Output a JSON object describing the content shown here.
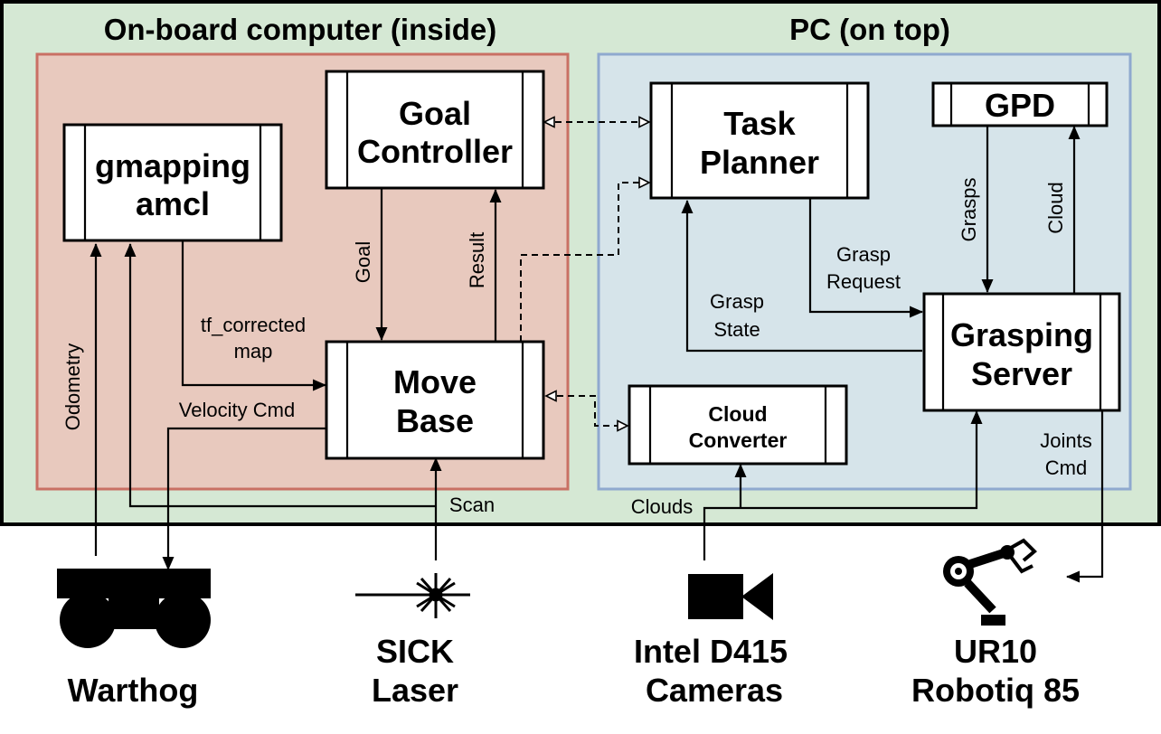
{
  "groups": {
    "onboard": {
      "title": "On-board computer (inside)",
      "fill": "#e8c9be",
      "stroke": "#c97064"
    },
    "pc": {
      "title": "PC (on top)",
      "fill": "#d6e4ea",
      "stroke": "#8fa9cf"
    },
    "outer_fill": "#d5e8d4"
  },
  "nodes": {
    "gmapping": {
      "line1": "gmapping",
      "line2": "amcl"
    },
    "goal_controller": {
      "line1": "Goal",
      "line2": "Controller"
    },
    "move_base": {
      "line1": "Move",
      "line2": "Base"
    },
    "task_planner": {
      "line1": "Task",
      "line2": "Planner"
    },
    "gpd": {
      "line1": "GPD"
    },
    "grasping_server": {
      "line1": "Grasping",
      "line2": "Server"
    },
    "cloud_converter": {
      "line1": "Cloud",
      "line2": "Converter"
    }
  },
  "edges": {
    "odometry": "Odometry",
    "tf_line1": "tf_corrected",
    "tf_line2": "map",
    "velocity_cmd": "Velocity Cmd",
    "goal": "Goal",
    "result": "Result",
    "scan": "Scan",
    "clouds": "Clouds",
    "grasps": "Grasps",
    "cloud": "Cloud",
    "grasp_request_line1": "Grasp",
    "grasp_request_line2": "Request",
    "grasp_state_line1": "Grasp",
    "grasp_state_line2": "State",
    "joints_cmd_line1": "Joints",
    "joints_cmd_line2": "Cmd"
  },
  "devices": {
    "warthog": {
      "line1": "Warthog",
      "icon": "rover-icon"
    },
    "sick": {
      "line1": "SICK",
      "line2": "Laser",
      "icon": "laser-icon"
    },
    "intel": {
      "line1": "Intel D415",
      "line2": "Cameras",
      "icon": "video-camera-icon"
    },
    "ur10": {
      "line1": "UR10",
      "line2": "Robotiq 85",
      "icon": "robot-arm-icon"
    }
  }
}
